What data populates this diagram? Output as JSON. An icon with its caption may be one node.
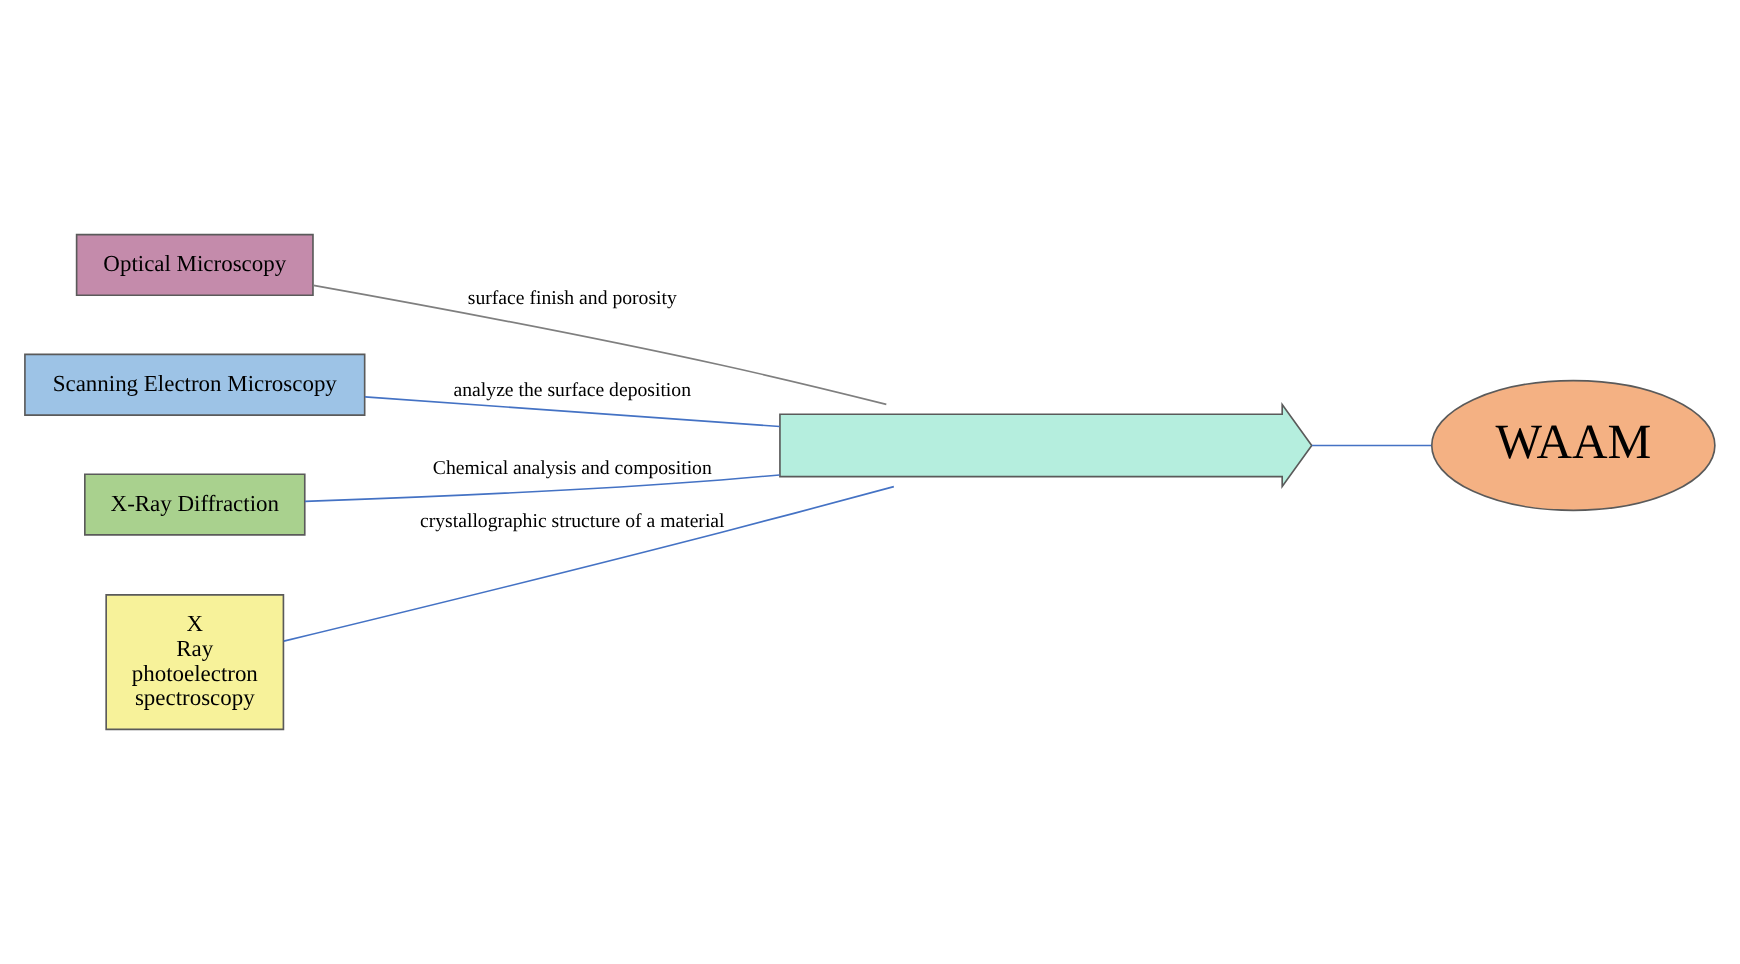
{
  "diagram": {
    "nodes": [
      {
        "text": [
          "Optical Microscopy"
        ]
      },
      {
        "text": [
          "Scanning Electron Microscopy"
        ]
      },
      {
        "text": [
          "X-Ray Diffraction"
        ]
      },
      {
        "text": [
          "X Ray photoelectron spectroscopy"
        ]
      },
      {
        "text": [],
        "shape": "arrow"
      },
      {
        "text": [
          "WAAM"
        ]
      }
    ],
    "edges": [
      {
        "from": 0,
        "to": 4,
        "arrow": "none",
        "label": "surface finish and porosity",
        "color": "#7f7f7f"
      },
      {
        "from": 1,
        "to": 4,
        "arrow": "none",
        "label": "analyze the surface deposition"
      },
      {
        "from": 2,
        "to": 4,
        "arrow": "none",
        "label": "Chemical analysis and composition"
      },
      {
        "from": 3,
        "to": 4,
        "arrow": "none",
        "label": "crystallographic structure of a material"
      },
      {
        "from": 4,
        "to": 5,
        "arrow": "none"
      }
    ]
  }
}
